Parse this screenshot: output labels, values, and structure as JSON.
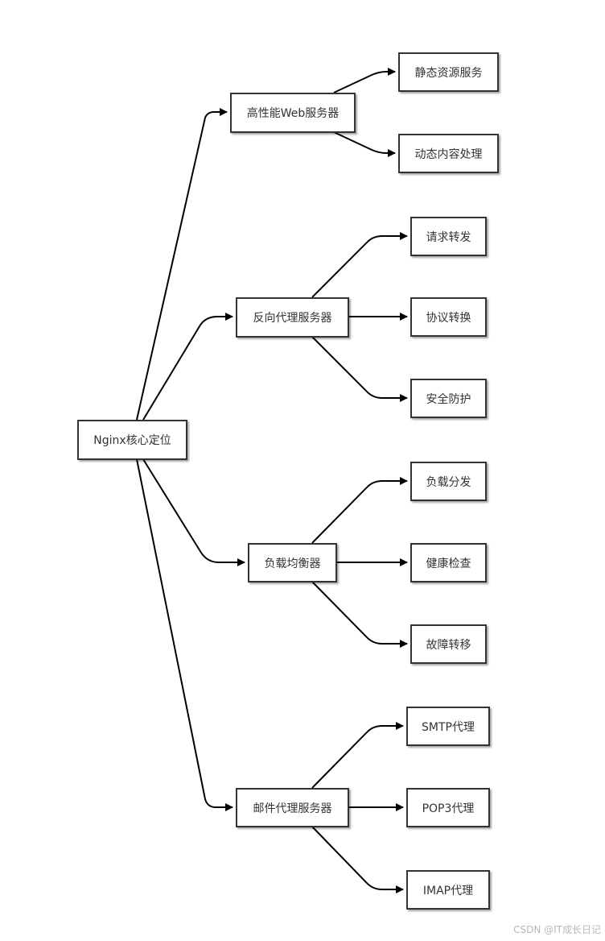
{
  "diagram": {
    "root": "Nginx核心定位",
    "branches": [
      {
        "label": "高性能Web服务器",
        "children": [
          "静态资源服务",
          "动态内容处理"
        ]
      },
      {
        "label": "反向代理服务器",
        "children": [
          "请求转发",
          "协议转换",
          "安全防护"
        ]
      },
      {
        "label": "负载均衡器",
        "children": [
          "负载分发",
          "健康检查",
          "故障转移"
        ]
      },
      {
        "label": "邮件代理服务器",
        "children": [
          "SMTP代理",
          "POP3代理",
          "IMAP代理"
        ]
      }
    ]
  },
  "watermark": "CSDN @IT成长日记",
  "colors": {
    "node_border": "#333333",
    "edge": "#000000",
    "background": "#ffffff"
  }
}
